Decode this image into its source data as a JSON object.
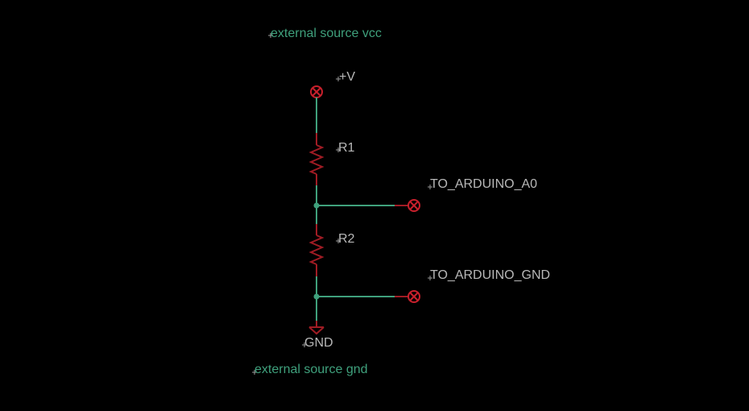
{
  "schematic": {
    "notes": {
      "vcc": "external source vcc",
      "gnd": "external source gnd"
    },
    "labels": {
      "supply": "+V",
      "r1": "R1",
      "r2": "R2",
      "a0": "TO_ARDUINO_A0",
      "ard_gnd": "TO_ARDUINO_GND",
      "ground": "GND"
    },
    "colors": {
      "background": "#000000",
      "net_wire": "#3FA07C",
      "component": "#A01C24",
      "connector": "#C8202C",
      "part_text": "#B8B8B8",
      "note_text": "#3FA07C"
    }
  }
}
